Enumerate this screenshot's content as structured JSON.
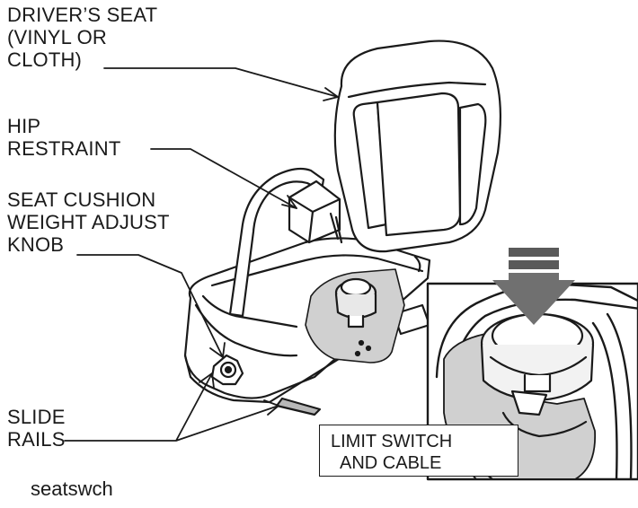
{
  "labels": {
    "drivers_seat_line1": "DRIVER’S SEAT",
    "drivers_seat_line2": "(VINYL OR",
    "drivers_seat_line3": "CLOTH)",
    "hip_restraint_line1": "HIP",
    "hip_restraint_line2": "RESTRAINT",
    "seat_cushion_line1": "SEAT CUSHION",
    "seat_cushion_line2": "WEIGHT ADJUST",
    "seat_cushion_line3": "KNOB",
    "slide_rails_line1": "SLIDE",
    "slide_rails_line2": "RAILS",
    "limit_switch_line1": "LIMIT SWITCH",
    "limit_switch_line2": "AND CABLE"
  },
  "figure_id": "seatswch"
}
